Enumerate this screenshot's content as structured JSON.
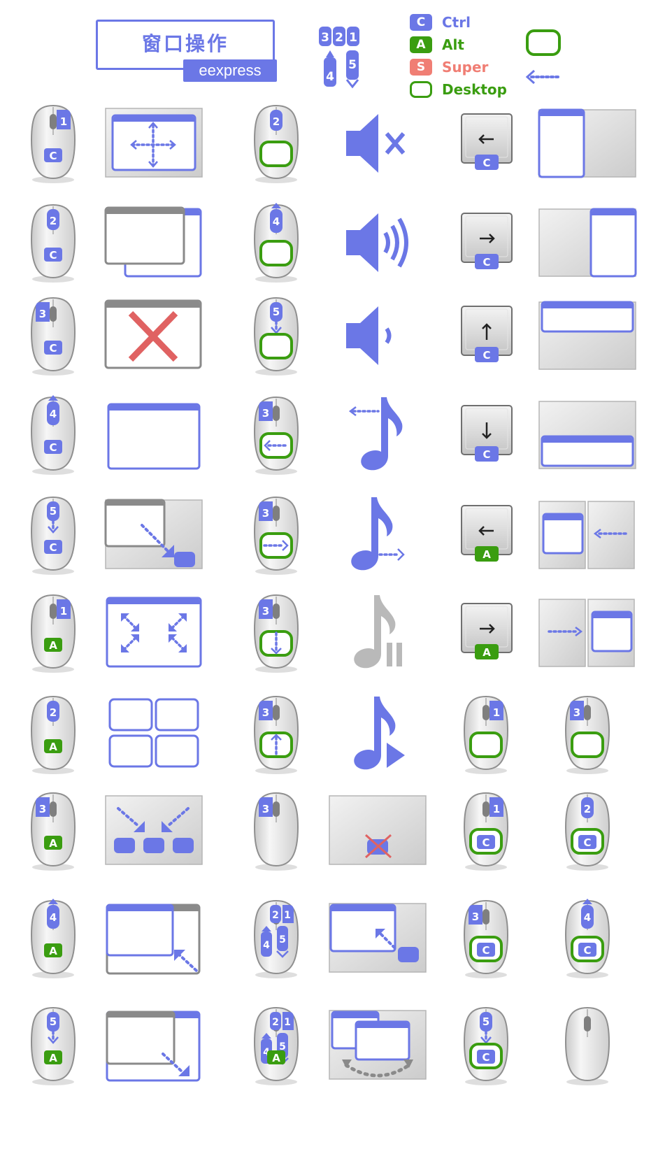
{
  "colors": {
    "primary": "#6b77e6",
    "alt_green": "#3a9d10",
    "super_red": "#f07e74",
    "gray": "#8a8a8a",
    "light_gray": "#d8d8d8",
    "close_red": "#e06262"
  },
  "header": {
    "title": "窗口操作",
    "subtitle": "eexpress"
  },
  "legend": {
    "ctrl": {
      "key": "C",
      "label": "Ctrl"
    },
    "alt": {
      "key": "A",
      "label": "Alt"
    },
    "super": {
      "key": "S",
      "label": "Super"
    },
    "desktop": {
      "label": "Desktop"
    },
    "button_numbers": [
      "3",
      "2",
      "1",
      "4",
      "5"
    ]
  },
  "grid": {
    "rows": [
      [
        "mouse-ctrl-btn1",
        "move-window",
        "mouse-desktop-btn2",
        "volume-mute",
        "key-ctrl-left",
        "tile-left"
      ],
      [
        "mouse-ctrl-btn2",
        "lower-window",
        "mouse-desktop-wheel-up",
        "volume-up",
        "key-ctrl-right",
        "tile-right"
      ],
      [
        "mouse-ctrl-btn3",
        "close-window",
        "mouse-desktop-wheel-down",
        "volume-down",
        "key-ctrl-up",
        "tile-top"
      ],
      [
        "mouse-ctrl-wheel-up",
        "maximize-window",
        "mouse-btn3-desktop-prev",
        "music-prev",
        "key-ctrl-down",
        "tile-bottom"
      ],
      [
        "mouse-ctrl-wheel-down",
        "minimize-window",
        "mouse-btn3-desktop-next",
        "music-next",
        "key-alt-left",
        "move-to-prev-desktop"
      ],
      [
        "mouse-alt-btn1",
        "resize-window",
        "mouse-btn3-desktop-down",
        "music-pause",
        "key-alt-right",
        "move-to-next-desktop"
      ],
      [
        "mouse-alt-btn2",
        "expose-windows",
        "mouse-btn3-desktop-up",
        "music-play",
        "mouse-desktop-btn1",
        "mouse-desktop-btn3"
      ],
      [
        "mouse-alt-btn3",
        "gather-windows",
        "mouse-btn3",
        "no-minimized",
        "mouse-ctrl-desktop-btn1",
        "mouse-ctrl-desktop-btn2"
      ],
      [
        "mouse-alt-wheel-up",
        "grow-window",
        "mouse-multi-buttons",
        "restore-minimized",
        "mouse-ctrl-desktop-btn3",
        "mouse-ctrl-desktop-wheel-up"
      ],
      [
        "mouse-alt-wheel-down",
        "shrink-window",
        "mouse-alt-multi-buttons",
        "cycle-windows",
        "mouse-ctrl-desktop-wheel-down",
        "mouse-plain"
      ]
    ]
  }
}
